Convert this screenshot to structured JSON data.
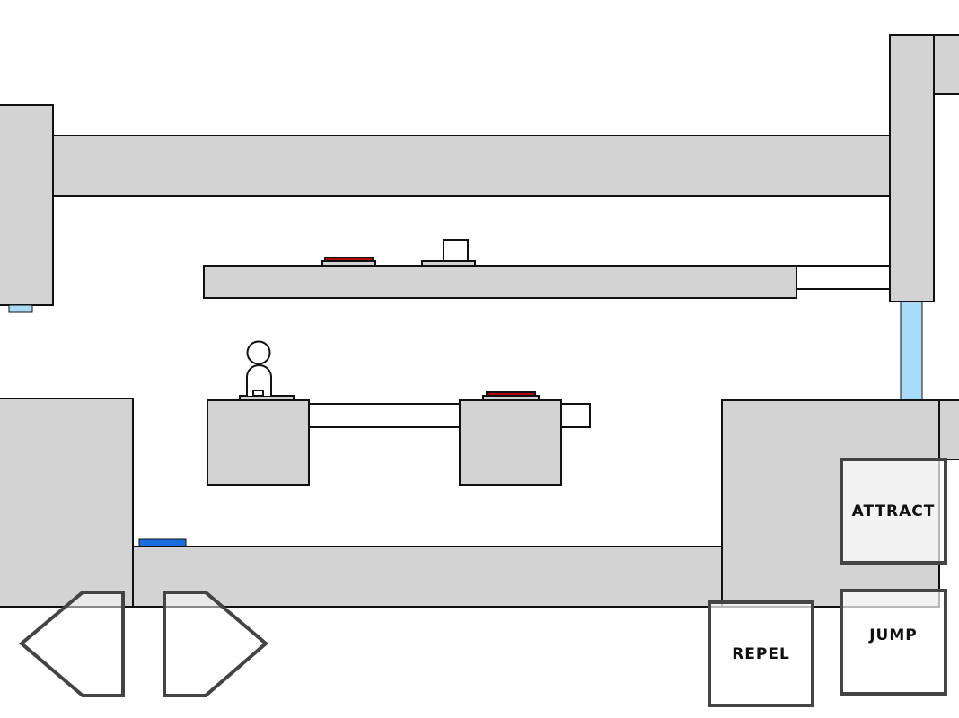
{
  "controls": {
    "attract_label": "ATTRACT",
    "repel_label": "REPEL",
    "jump_label": "JUMP",
    "left_icon": "left-arrow-icon",
    "right_icon": "right-arrow-icon"
  },
  "colors": {
    "wall": "#d3d3d3",
    "pressure_plate_red": "#b30000",
    "beam_blue": "#a6dcf7",
    "pad_blue": "#1a6fe0"
  }
}
